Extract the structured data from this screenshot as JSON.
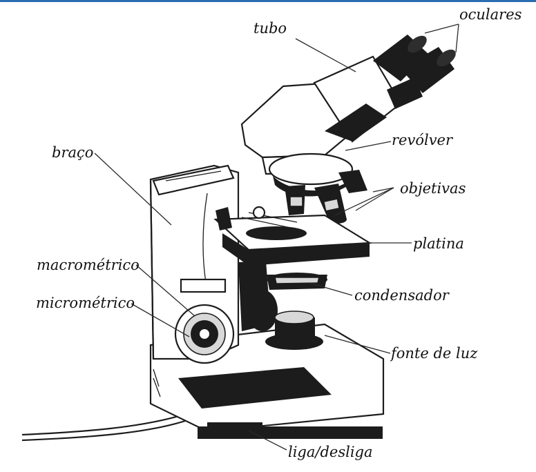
{
  "colors": {
    "accent_bar": "#2b6cb0",
    "ink": "#1c1c1c",
    "background": "#ffffff"
  },
  "labels": {
    "oculares": "oculares",
    "tubo": "tubo",
    "revolver": "revólver",
    "braco": "braço",
    "objetivas": "objetivas",
    "platina": "platina",
    "macrometrico": "macrométrico",
    "micrometrico": "micrométrico",
    "condensador": "condensador",
    "fonte_de_luz": "fonte de luz",
    "liga_desliga": "liga/desliga"
  }
}
